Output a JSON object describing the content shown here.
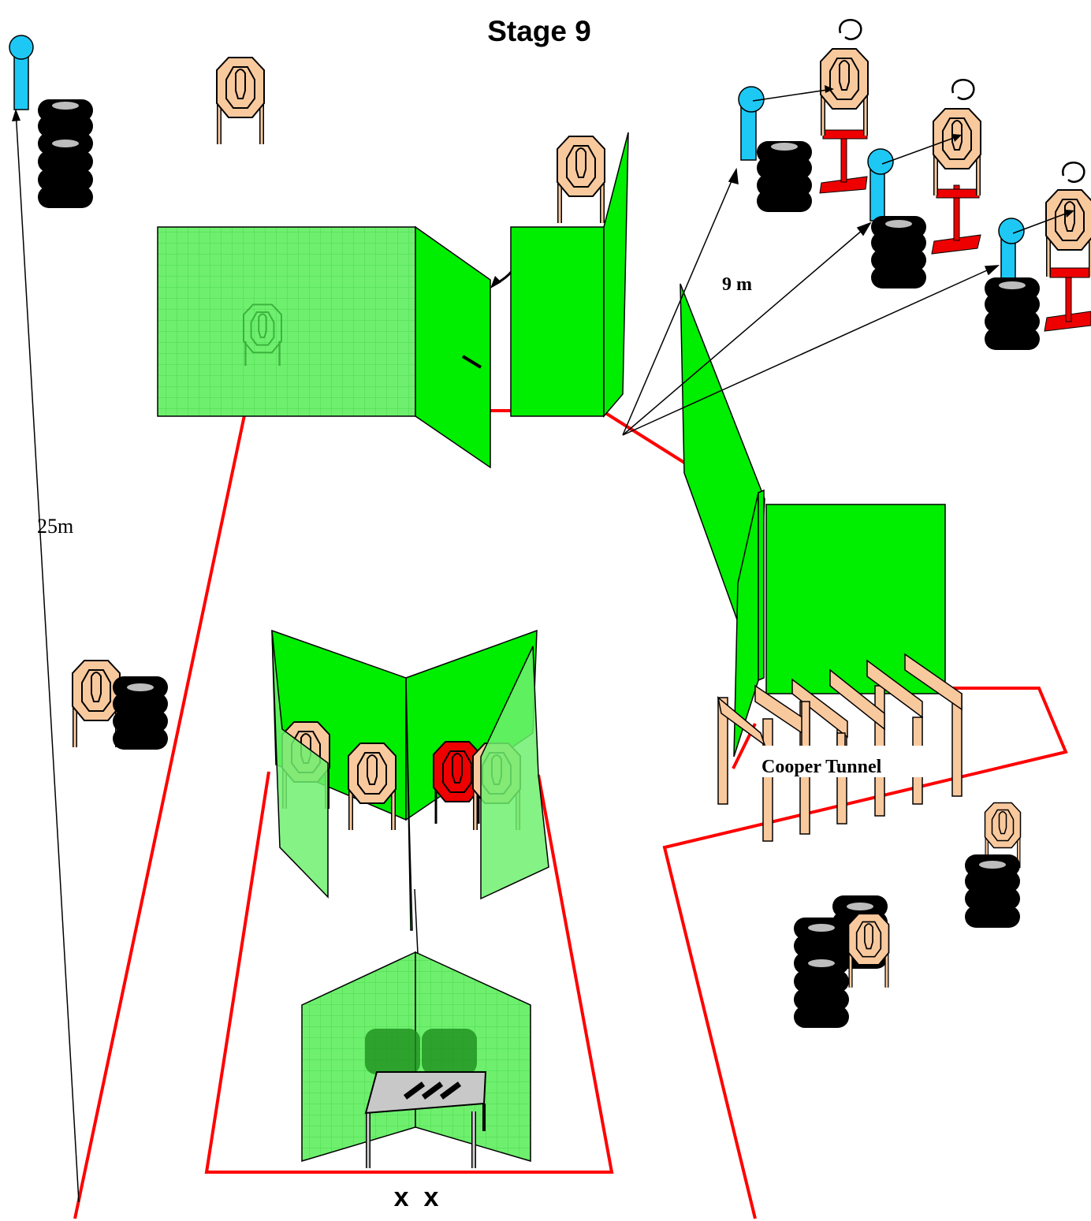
{
  "title": "Stage 9",
  "labels": {
    "distance_long": "25m",
    "distance_short": "9 m",
    "tunnel": "Cooper Tunnel",
    "start_position": "x  x"
  },
  "colors": {
    "wall": "#00ee00",
    "fault_line": "#ff0000",
    "paper_target": "#f9c99e",
    "no_shoot_target": "#ee0000",
    "popper": "#1ec8f5",
    "tire": "#000000",
    "tunnel_wood": "#f9c99e",
    "table": "#c8c8c8"
  },
  "icons": [
    "paper-target-icon",
    "no-shoot-target-icon",
    "popper-icon",
    "tire-stack-icon",
    "rotating-target-icon",
    "table-icon",
    "pistol-icon"
  ]
}
